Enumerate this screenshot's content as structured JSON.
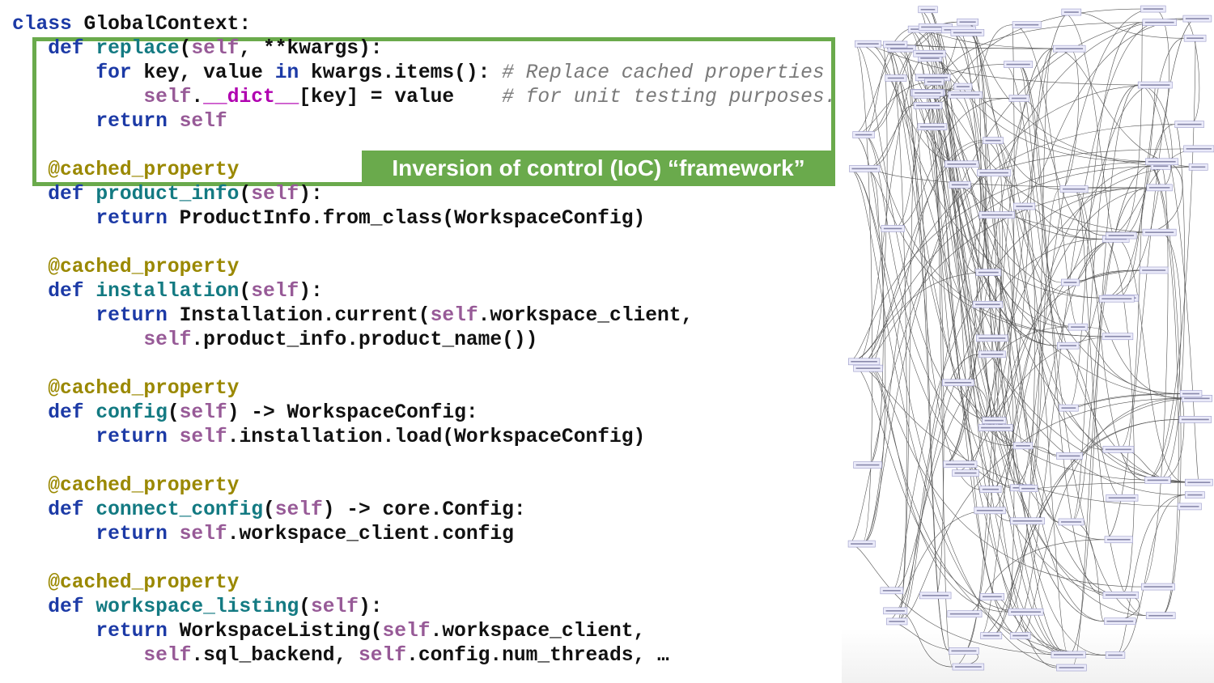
{
  "slide": {
    "ioc_label": "Inversion of control (IoC) “framework”",
    "colors": {
      "accent": "#6aaa4c",
      "keyword": "#1c3aa6",
      "function": "#137a82",
      "self": "#975a97",
      "decorator": "#9a8800"
    }
  },
  "lines": [
    {
      "indent": 0,
      "tokens": [
        [
          "k",
          "class"
        ],
        [
          "p",
          " GlobalContext:"
        ]
      ]
    },
    {
      "indent": 3,
      "tokens": [
        [
          "k",
          "def"
        ],
        [
          "p",
          " "
        ],
        [
          "f",
          "replace"
        ],
        [
          "p",
          "("
        ],
        [
          "s",
          "self"
        ],
        [
          "p",
          ", **kwargs):"
        ]
      ]
    },
    {
      "indent": 7,
      "tokens": [
        [
          "k",
          "for"
        ],
        [
          "p",
          " key, value "
        ],
        [
          "k",
          "in"
        ],
        [
          "p",
          " kwargs.items(): "
        ],
        [
          "c",
          "# Replace cached properties"
        ]
      ]
    },
    {
      "indent": 11,
      "tokens": [
        [
          "s",
          "self"
        ],
        [
          "p",
          "."
        ],
        [
          "m",
          "__dict__"
        ],
        [
          "p",
          "[key] = value    "
        ],
        [
          "c",
          "# for unit testing purposes."
        ]
      ]
    },
    {
      "indent": 7,
      "tokens": [
        [
          "k",
          "return"
        ],
        [
          "p",
          " "
        ],
        [
          "s",
          "self"
        ]
      ]
    },
    {
      "indent": 0,
      "tokens": []
    },
    {
      "indent": 3,
      "tokens": [
        [
          "d",
          "@cached_property"
        ]
      ]
    },
    {
      "indent": 3,
      "tokens": [
        [
          "k",
          "def"
        ],
        [
          "p",
          " "
        ],
        [
          "f",
          "product_info"
        ],
        [
          "p",
          "("
        ],
        [
          "s",
          "self"
        ],
        [
          "p",
          "):"
        ]
      ]
    },
    {
      "indent": 7,
      "tokens": [
        [
          "k",
          "return"
        ],
        [
          "p",
          " ProductInfo.from_class(WorkspaceConfig)"
        ]
      ]
    },
    {
      "indent": 0,
      "tokens": []
    },
    {
      "indent": 3,
      "tokens": [
        [
          "d",
          "@cached_property"
        ]
      ]
    },
    {
      "indent": 3,
      "tokens": [
        [
          "k",
          "def"
        ],
        [
          "p",
          " "
        ],
        [
          "f",
          "installation"
        ],
        [
          "p",
          "("
        ],
        [
          "s",
          "self"
        ],
        [
          "p",
          "):"
        ]
      ]
    },
    {
      "indent": 7,
      "tokens": [
        [
          "k",
          "return"
        ],
        [
          "p",
          " Installation.current("
        ],
        [
          "s",
          "self"
        ],
        [
          "p",
          ".workspace_client,"
        ]
      ]
    },
    {
      "indent": 11,
      "tokens": [
        [
          "s",
          "self"
        ],
        [
          "p",
          ".product_info.product_name())"
        ]
      ]
    },
    {
      "indent": 0,
      "tokens": []
    },
    {
      "indent": 3,
      "tokens": [
        [
          "d",
          "@cached_property"
        ]
      ]
    },
    {
      "indent": 3,
      "tokens": [
        [
          "k",
          "def"
        ],
        [
          "p",
          " "
        ],
        [
          "f",
          "config"
        ],
        [
          "p",
          "("
        ],
        [
          "s",
          "self"
        ],
        [
          "p",
          ") -> WorkspaceConfig:"
        ]
      ]
    },
    {
      "indent": 7,
      "tokens": [
        [
          "k",
          "return"
        ],
        [
          "p",
          " "
        ],
        [
          "s",
          "self"
        ],
        [
          "p",
          ".installation.load(WorkspaceConfig)"
        ]
      ]
    },
    {
      "indent": 0,
      "tokens": []
    },
    {
      "indent": 3,
      "tokens": [
        [
          "d",
          "@cached_property"
        ]
      ]
    },
    {
      "indent": 3,
      "tokens": [
        [
          "k",
          "def"
        ],
        [
          "p",
          " "
        ],
        [
          "f",
          "connect_config"
        ],
        [
          "p",
          "("
        ],
        [
          "s",
          "self"
        ],
        [
          "p",
          ") -> core.Config:"
        ]
      ]
    },
    {
      "indent": 7,
      "tokens": [
        [
          "k",
          "return"
        ],
        [
          "p",
          " "
        ],
        [
          "s",
          "self"
        ],
        [
          "p",
          ".workspace_client.config"
        ]
      ]
    },
    {
      "indent": 0,
      "tokens": []
    },
    {
      "indent": 3,
      "tokens": [
        [
          "d",
          "@cached_property"
        ]
      ]
    },
    {
      "indent": 3,
      "tokens": [
        [
          "k",
          "def"
        ],
        [
          "p",
          " "
        ],
        [
          "f",
          "workspace_listing"
        ],
        [
          "p",
          "("
        ],
        [
          "s",
          "self"
        ],
        [
          "p",
          "):"
        ]
      ]
    },
    {
      "indent": 7,
      "tokens": [
        [
          "k",
          "return"
        ],
        [
          "p",
          " WorkspaceListing("
        ],
        [
          "s",
          "self"
        ],
        [
          "p",
          ".workspace_client,"
        ]
      ]
    },
    {
      "indent": 11,
      "tokens": [
        [
          "s",
          "self"
        ],
        [
          "p",
          ".sql_backend, "
        ],
        [
          "s",
          "self"
        ],
        [
          "p",
          ".config.num_threads, …"
        ]
      ]
    }
  ]
}
